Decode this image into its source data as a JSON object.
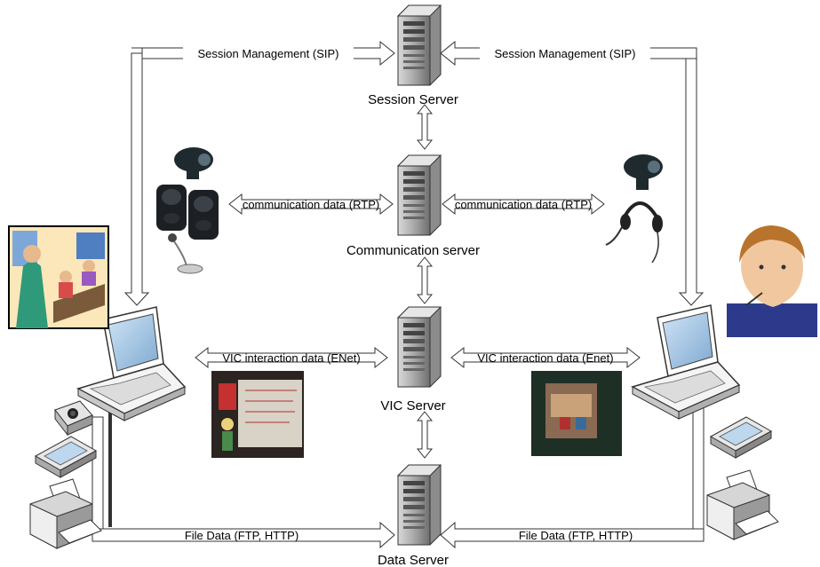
{
  "servers": {
    "session": "Session Server",
    "communication": "Communication server",
    "vic": "VIC Server",
    "data": "Data Server"
  },
  "edges": {
    "session_left": "Session Management (SIP)",
    "session_right": "Session Management (SIP)",
    "comm_left": "communication data (RTP)",
    "comm_right": "communication data (RTP)",
    "vic_left": "VIC interaction data (ENet)",
    "vic_right": "VIC interaction data (Enet)",
    "file_left": "File Data (FTP, HTTP)",
    "file_right": "File Data (FTP, HTTP)"
  },
  "icons": {
    "server": "server-tower-icon",
    "laptop": "laptop-icon",
    "webcam": "webcam-icon",
    "speakers": "speakers-icon",
    "microphone": "microphone-icon",
    "headset": "headset-icon",
    "camera": "camera-icon",
    "scanner": "scanner-icon",
    "printer": "printer-icon",
    "classroom": "classroom-clipart-icon",
    "sick_child": "sick-child-clipart-icon"
  },
  "colors": {
    "line": "#333333",
    "arrow_fill": "#ffffff",
    "server_body": "#9a9a9a"
  }
}
